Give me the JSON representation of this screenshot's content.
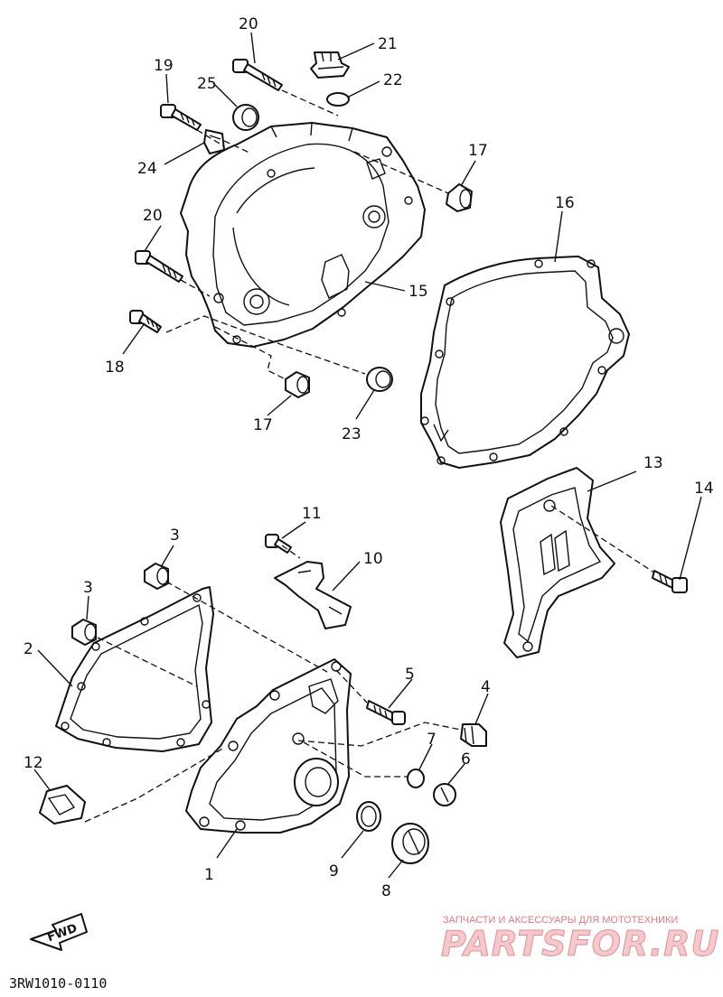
{
  "diagram": {
    "callouts": [
      {
        "id": "c1",
        "label": "1"
      },
      {
        "id": "c2",
        "label": "2"
      },
      {
        "id": "c3a",
        "label": "3"
      },
      {
        "id": "c3b",
        "label": "3"
      },
      {
        "id": "c4",
        "label": "4"
      },
      {
        "id": "c5",
        "label": "5"
      },
      {
        "id": "c6",
        "label": "6"
      },
      {
        "id": "c7",
        "label": "7"
      },
      {
        "id": "c8",
        "label": "8"
      },
      {
        "id": "c9",
        "label": "9"
      },
      {
        "id": "c10",
        "label": "10"
      },
      {
        "id": "c11",
        "label": "11"
      },
      {
        "id": "c12",
        "label": "12"
      },
      {
        "id": "c13",
        "label": "13"
      },
      {
        "id": "c14",
        "label": "14"
      },
      {
        "id": "c15",
        "label": "15"
      },
      {
        "id": "c16",
        "label": "16"
      },
      {
        "id": "c17a",
        "label": "17"
      },
      {
        "id": "c17b",
        "label": "17"
      },
      {
        "id": "c18",
        "label": "18"
      },
      {
        "id": "c19",
        "label": "19"
      },
      {
        "id": "c20a",
        "label": "20"
      },
      {
        "id": "c20b",
        "label": "20"
      },
      {
        "id": "c21",
        "label": "21"
      },
      {
        "id": "c22",
        "label": "22"
      },
      {
        "id": "c23",
        "label": "23"
      },
      {
        "id": "c24",
        "label": "24"
      },
      {
        "id": "c25",
        "label": "25"
      }
    ],
    "fwd_label": "FWD",
    "drawing_code": "3RW1010-0110"
  },
  "watermark": {
    "tagline": "ЗАПЧАСТИ И АКСЕССУАРЫ ДЛЯ МОТОТЕХНИКИ",
    "logo_text": "PARTSFOR.RU"
  }
}
